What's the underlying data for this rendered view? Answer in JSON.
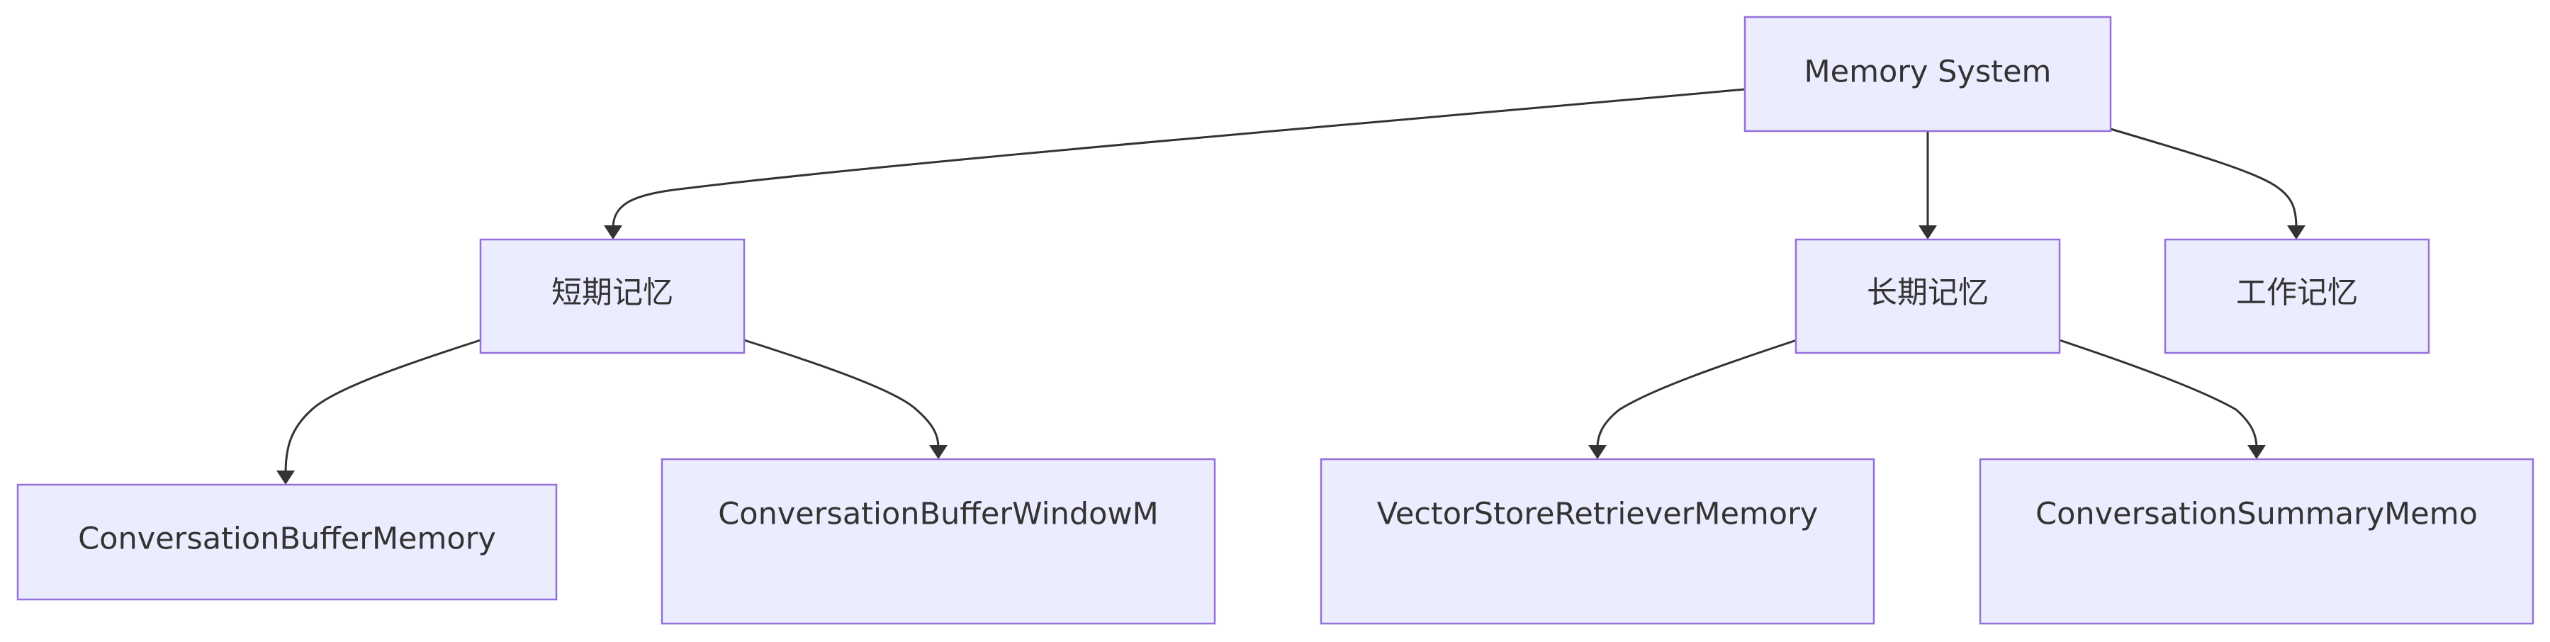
{
  "nodes": {
    "root": {
      "label": "Memory System"
    },
    "short_term": {
      "label": "短期记忆"
    },
    "long_term": {
      "label": "长期记忆"
    },
    "working": {
      "label": "工作记忆"
    },
    "conv_buffer": {
      "label": "ConversationBufferMemory"
    },
    "conv_buffer_window": {
      "label": "ConversationBufferWindowM"
    },
    "vector_store": {
      "label": "VectorStoreRetrieverMemory"
    },
    "conv_summary": {
      "label": "ConversationSummaryMemo"
    }
  },
  "colors": {
    "node_fill": "#ECECFF",
    "node_border": "#9370DB",
    "edge": "#333333",
    "text": "#333333"
  }
}
